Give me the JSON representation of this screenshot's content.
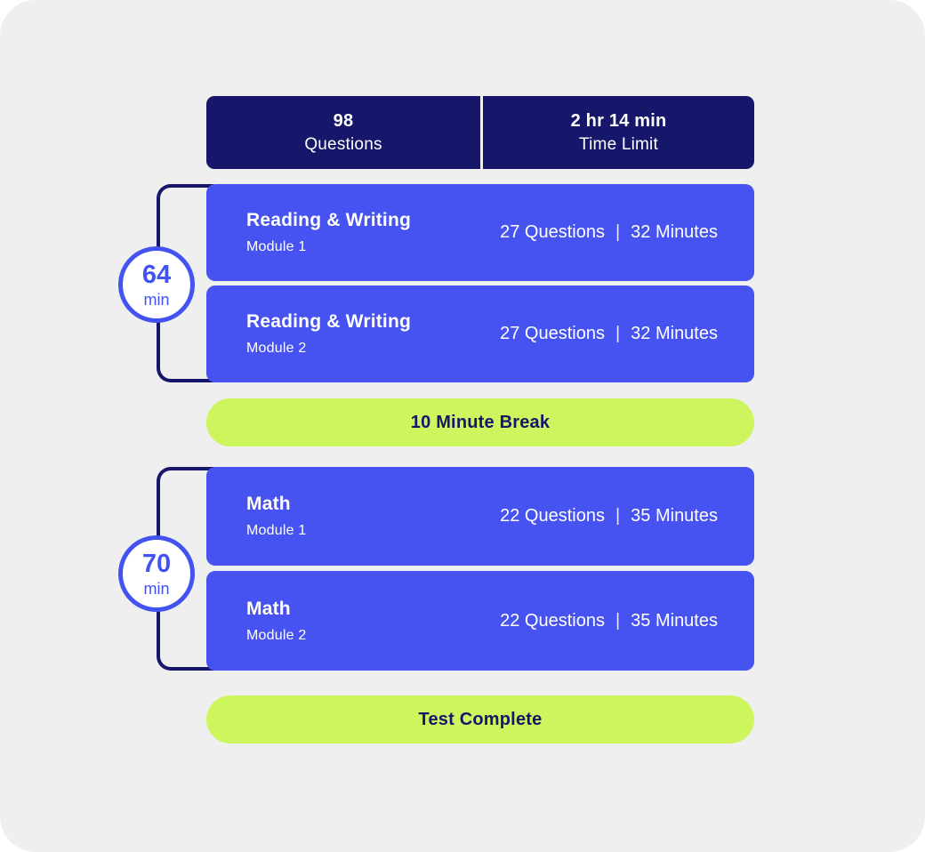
{
  "header": {
    "questions_count": "98",
    "questions_label": "Questions",
    "time_value": "2 hr 14 min",
    "time_label": "Time Limit"
  },
  "sections": [
    {
      "duration_value": "64",
      "duration_unit": "min",
      "modules": [
        {
          "subject": "Reading & Writing",
          "module_label": "Module 1",
          "questions": "27 Questions",
          "divider": "|",
          "minutes": "32 Minutes"
        },
        {
          "subject": "Reading & Writing",
          "module_label": "Module 2",
          "questions": "27 Questions",
          "divider": "|",
          "minutes": "32 Minutes"
        }
      ]
    },
    {
      "duration_value": "70",
      "duration_unit": "min",
      "modules": [
        {
          "subject": "Math",
          "module_label": "Module 1",
          "questions": "22 Questions",
          "divider": "|",
          "minutes": "35 Minutes"
        },
        {
          "subject": "Math",
          "module_label": "Module 2",
          "questions": "22 Questions",
          "divider": "|",
          "minutes": "35 Minutes"
        }
      ]
    }
  ],
  "break_banner": {
    "label": "10 Minute Break"
  },
  "complete_banner": {
    "label": "Test Complete"
  },
  "colors": {
    "navy": "#16166b",
    "blue": "#4653f1",
    "green": "#cdf55e",
    "circle_blue": "#4353f0",
    "background": "#efefef"
  }
}
